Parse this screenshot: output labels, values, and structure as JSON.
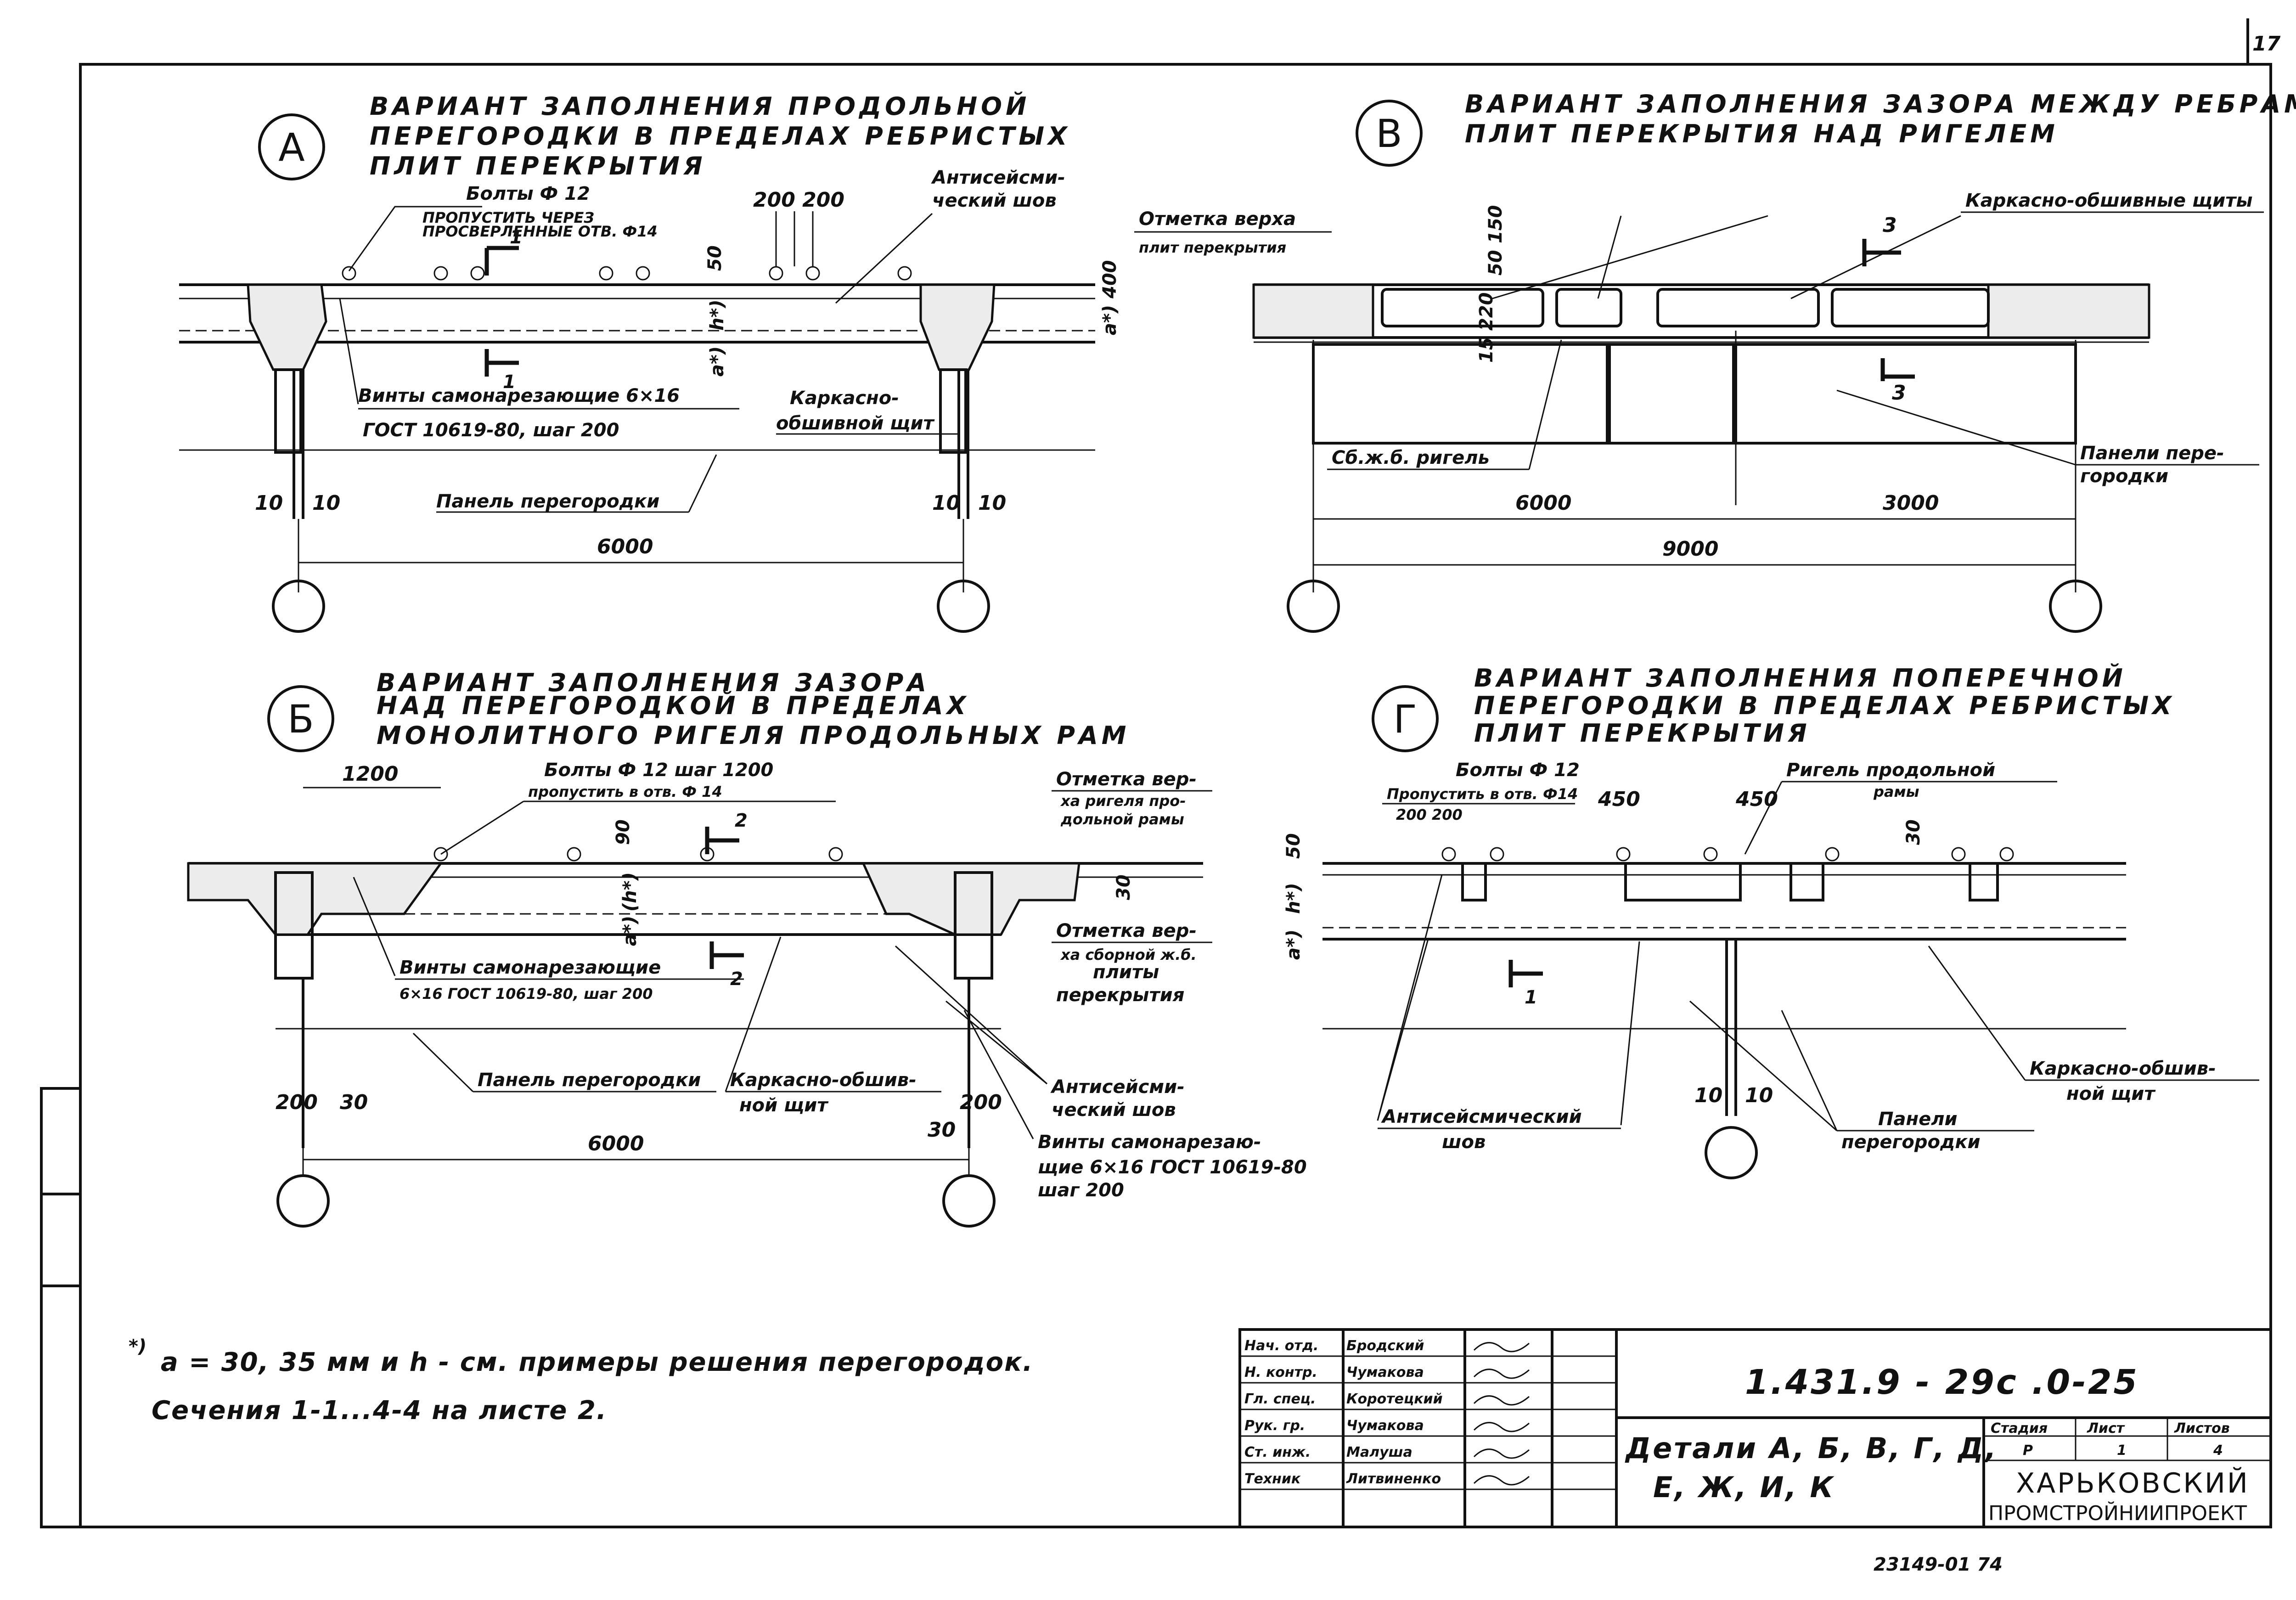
{
  "sheet": {
    "page_number": "17",
    "stamp": "23149-01   74"
  },
  "detail_a": {
    "marker": "А",
    "title": [
      "ВАРИАНТ  ЗАПОЛНЕНИЯ  ПРОДОЛЬНОЙ",
      "ПЕРЕГОРОДКИ  В  ПРЕДЕЛАХ  РЕБРИСТЫХ",
      "ПЛИТ  ПЕРЕКРЫТИЯ"
    ],
    "bolts": "Болты Ф 12",
    "bolts_note": [
      "ПРОПУСТИТЬ ЧЕРЕЗ",
      "ПРОСВЕРЛЕННЫЕ ОТВ. Ф14"
    ],
    "spacing": "200 200",
    "seam": [
      "Антисейсми-",
      "ческий шов"
    ],
    "dim_50": "50",
    "dim_h": "h*)",
    "dim_a": "a*)",
    "screws": [
      "Винты самонарезающие 6×16",
      "ГОСТ 10619-80, шаг 200"
    ],
    "shield": [
      "Каркасно-",
      "обшивной щит"
    ],
    "panel": "Панель перегородки",
    "d10_left": "10",
    "d10_right": "10",
    "span": "6000",
    "section_mark": "1"
  },
  "detail_v": {
    "marker": "В",
    "title": [
      "ВАРИАНТ  ЗАПОЛНЕНИЯ  ЗАЗОРА  МЕЖДУ  РЕБРАМИ",
      "ПЛИТ  ПЕРЕКРЫТИЯ  НАД  РИГЕЛЕМ"
    ],
    "top_mark": [
      "Отметка верха",
      "плит перекрытия"
    ],
    "shields": "Каркасно-обшивные щиты",
    "dim_150": "150",
    "dim_50": "50",
    "dim_220": "220",
    "dim_15": "15",
    "dim_a": "a*) 400",
    "beam": "Сб.ж.б. ригель",
    "panels": [
      "Панели пере-",
      "городки"
    ],
    "span1": "6000",
    "span2": "3000",
    "span_total": "9000",
    "section_mark": "3"
  },
  "detail_b": {
    "marker": "Б",
    "title": [
      "ВАРИАНТ  ЗАПОЛНЕНИЯ  ЗАЗОРА",
      "НАД  ПЕРЕГОРОДКОЙ  В  ПРЕДЕЛАХ",
      "МОНОЛИТНОГО  РИГЕЛЯ  ПРОДОЛЬНЫХ  РАМ"
    ],
    "dim_1200": "1200",
    "bolts": "Болты Ф 12 шаг 1200",
    "bolts_note": "пропустить в отв. Ф 14",
    "top_mark": [
      "Отметка вер-",
      "ха ригеля про-",
      "дольной рамы"
    ],
    "dim_90": "90",
    "dim_30": "30",
    "dim_h": "(h*)",
    "dim_a": "a*)",
    "slab_mark": [
      "Отметка вер-",
      "ха сборной ж.б.",
      "плиты",
      "перекрытия"
    ],
    "screws": [
      "Винты самонарезающие",
      "6×16 ГОСТ 10619-80, шаг 200"
    ],
    "panel": "Панель перегородки",
    "shield": [
      "Каркасно-обшив-",
      "ной щит"
    ],
    "seam": [
      "Антисейсми-",
      "ческий шов"
    ],
    "screws2": [
      "Винты самонарезаю-",
      "щие 6×16 ГОСТ 10619-80",
      "шаг 200"
    ],
    "d200_left": "200",
    "d30_left": "30",
    "d200_right": "200",
    "d30_right": "30",
    "span": "6000",
    "section_mark": "2"
  },
  "detail_g": {
    "marker": "Г",
    "title": [
      "ВАРИАНТ  ЗАПОЛНЕНИЯ  ПОПЕРЕЧНОЙ",
      "ПЕРЕГОРОДКИ  В  ПРЕДЕЛАХ  РЕБРИСТЫХ",
      "ПЛИТ  ПЕРЕКРЫТИЯ"
    ],
    "bolts": "Болты  Ф 12",
    "bolts_note": "Пропустить в отв. Ф14",
    "spacing": "200 200",
    "d450a": "450",
    "d450b": "450",
    "beam": [
      "Ригель продольной",
      "рамы"
    ],
    "dim_30": "30",
    "dim_50": "50",
    "dim_h": "h*)",
    "dim_a": "a*)",
    "shield": [
      "Каркасно-обшив-",
      "ной  щит"
    ],
    "seam": [
      "Антисейсмический",
      "шов"
    ],
    "panels": [
      "Панели",
      "перегородки"
    ],
    "d10_left": "10",
    "d10_right": "10",
    "section_mark": "1"
  },
  "footnote": {
    "star": "*)",
    "line1": "a = 30, 35 мм и h - см. примеры решения  перегородок.",
    "line2": "Сечения 1-1...4-4  на  листе  2."
  },
  "title_block": {
    "roles": [
      "Нач. отд.",
      "Н. контр.",
      "Гл. спец.",
      "Рук. гр.",
      "Ст. инж.",
      "Техник"
    ],
    "names": [
      "Бродский",
      "Чумакова",
      "Коротецкий",
      "Чумакова",
      "Малуша",
      "Литвиненко"
    ],
    "doc_code": "1.431.9 - 29с .0-25",
    "sheet_title": [
      "Детали А, Б, В, Г, Д,",
      "Е, Ж, И, К"
    ],
    "stage_label": "Стадия",
    "sheet_label": "Лист",
    "sheets_label": "Листов",
    "stage": "Р",
    "sheet": "1",
    "sheets": "4",
    "org": [
      "ХАРЬКОВСКИЙ",
      "ПРОМСТРОЙНИИПРОЕКТ"
    ]
  },
  "colors": {
    "ink": "#111111",
    "concrete": "#ececec",
    "paper": "#ffffff"
  }
}
